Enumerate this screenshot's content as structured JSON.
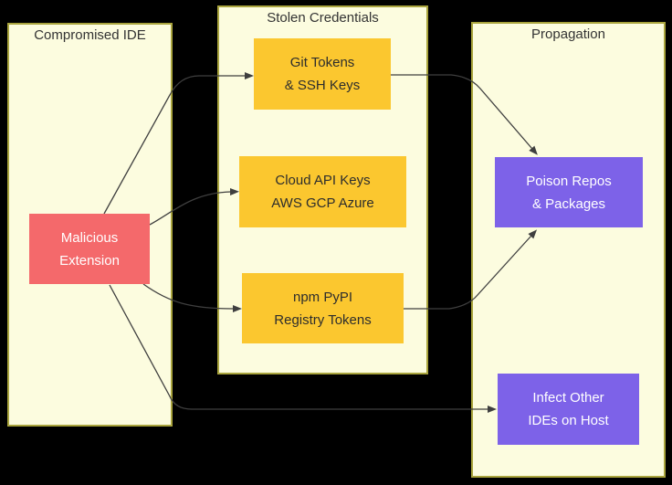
{
  "diagram": {
    "colors": {
      "bg": "#000000",
      "container_fill": "#FCFCDF",
      "container_border": "#A9A43D",
      "gold_fill": "#FBC72F",
      "red_fill": "#F4696B",
      "purple_fill": "#7D62E8",
      "arrow": "#3F3F3F"
    },
    "containers": {
      "compromised_ide": {
        "title": "Compromised IDE"
      },
      "stolen_credentials": {
        "title": "Stolen Credentials"
      },
      "propagation": {
        "title": "Propagation"
      }
    },
    "nodes": {
      "malicious_extension": {
        "label": "Malicious\nExtension"
      },
      "git_tokens": {
        "label": "Git Tokens\n& SSH Keys"
      },
      "cloud_api_keys": {
        "label": "Cloud API Keys\nAWS GCP Azure"
      },
      "npm_pypi": {
        "label": "npm PyPI\nRegistry Tokens"
      },
      "poison_repos": {
        "label": "Poison Repos\n& Packages"
      },
      "infect_other_ides": {
        "label": "Infect Other\nIDEs on Host"
      }
    },
    "edges": [
      {
        "from": "malicious_extension",
        "to": "git_tokens"
      },
      {
        "from": "malicious_extension",
        "to": "cloud_api_keys"
      },
      {
        "from": "malicious_extension",
        "to": "npm_pypi"
      },
      {
        "from": "malicious_extension",
        "to": "infect_other_ides"
      },
      {
        "from": "git_tokens",
        "to": "poison_repos"
      },
      {
        "from": "npm_pypi",
        "to": "poison_repos"
      }
    ]
  }
}
